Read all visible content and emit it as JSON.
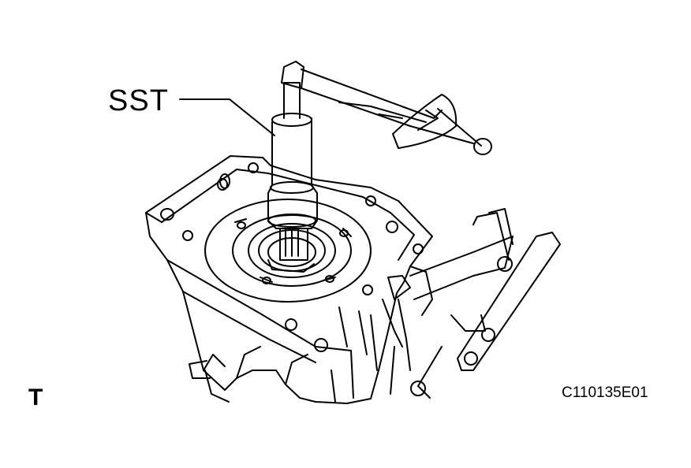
{
  "labels": {
    "tool": "SST",
    "view_marker": "T",
    "figure_code": "C110135E01"
  },
  "colors": {
    "line": "#000000",
    "background": "#ffffff"
  }
}
